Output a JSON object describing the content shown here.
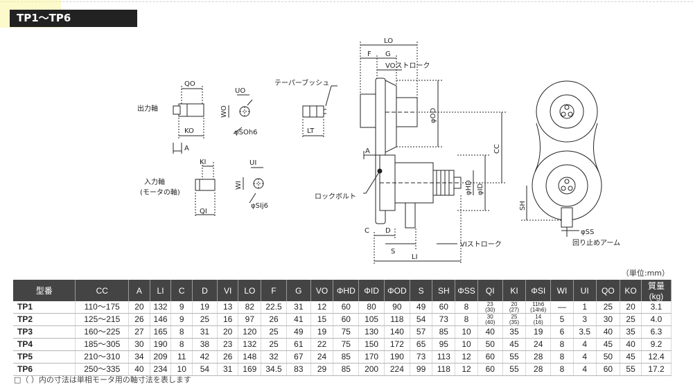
{
  "title": "TP1～TP6",
  "drawing": {
    "labels": {
      "output_shaft": "出力軸",
      "input_shaft": "入力軸",
      "input_shaft_sub": "(モータの軸)",
      "taper_bush": "テーパーブッシュ",
      "lock_bolt": "ロックボルト",
      "vo_stroke": "VOストローク",
      "vi_stroke": "VIストローク",
      "anti_rotation_arm": "回り止めアーム",
      "QO": "QO",
      "UO": "UO",
      "WO": "WO",
      "KO": "KO",
      "SO": "φSOh6",
      "A": "A",
      "KI": "KI",
      "UI": "UI",
      "WI": "WI",
      "QI": "QI",
      "SI": "φSIj6",
      "LT": "LT",
      "LO": "LO",
      "F": "F",
      "G": "G",
      "OD": "φOD",
      "CC": "CC",
      "HD": "φHD",
      "ID": "φID",
      "C": "C",
      "D": "D",
      "S": "S",
      "LI": "LI",
      "SH": "SH",
      "SS": "φSS"
    }
  },
  "unit_note": "（単位:mm）",
  "table": {
    "headers": [
      "型番",
      "CC",
      "A",
      "LI",
      "C",
      "D",
      "VI",
      "LO",
      "F",
      "G",
      "VO",
      "ΦHD",
      "ΦID",
      "ΦOD",
      "S",
      "SH",
      "ΦSS",
      "QI",
      "KI",
      "ΦSI",
      "WI",
      "UI",
      "QO",
      "KO",
      "質量(kg)"
    ],
    "rows": [
      [
        "TP1",
        "110～175",
        "20",
        "132",
        "9",
        "19",
        "13",
        "82",
        "22.5",
        "31",
        "12",
        "60",
        "80",
        "90",
        "49",
        "60",
        "8",
        "23|(30)",
        "20|(27)",
        "11h6|(14h6)",
        "—",
        "1",
        "25",
        "20",
        "3.1"
      ],
      [
        "TP2",
        "125～215",
        "26",
        "146",
        "9",
        "25",
        "16",
        "97",
        "26",
        "41",
        "15",
        "60",
        "105",
        "118",
        "54",
        "73",
        "8",
        "30|(40)",
        "25|(35)",
        "14|(16)",
        "5",
        "3",
        "30",
        "25",
        "4.0"
      ],
      [
        "TP3",
        "160～225",
        "27",
        "165",
        "8",
        "31",
        "20",
        "120",
        "25",
        "49",
        "19",
        "75",
        "130",
        "140",
        "57",
        "85",
        "10",
        "40",
        "35",
        "19",
        "6",
        "3.5",
        "40",
        "35",
        "6.3"
      ],
      [
        "TP4",
        "185～305",
        "30",
        "190",
        "8",
        "38",
        "23",
        "132",
        "25",
        "61",
        "22",
        "75",
        "150",
        "172",
        "65",
        "95",
        "10",
        "50",
        "45",
        "24",
        "8",
        "4",
        "45",
        "40",
        "9.2"
      ],
      [
        "TP5",
        "210～310",
        "34",
        "209",
        "11",
        "42",
        "26",
        "148",
        "32",
        "67",
        "24",
        "85",
        "170",
        "190",
        "73",
        "113",
        "12",
        "60",
        "55",
        "28",
        "8",
        "4",
        "50",
        "45",
        "12.4"
      ],
      [
        "TP6",
        "250～335",
        "40",
        "234",
        "10",
        "54",
        "31",
        "169",
        "34.5",
        "83",
        "29",
        "85",
        "200",
        "224",
        "99",
        "118",
        "12",
        "60",
        "55",
        "28",
        "8",
        "4",
        "60",
        "55",
        "17.2"
      ]
    ]
  },
  "footnote": "□（ ）内の寸法は単相モータ用の軸寸法を表します"
}
